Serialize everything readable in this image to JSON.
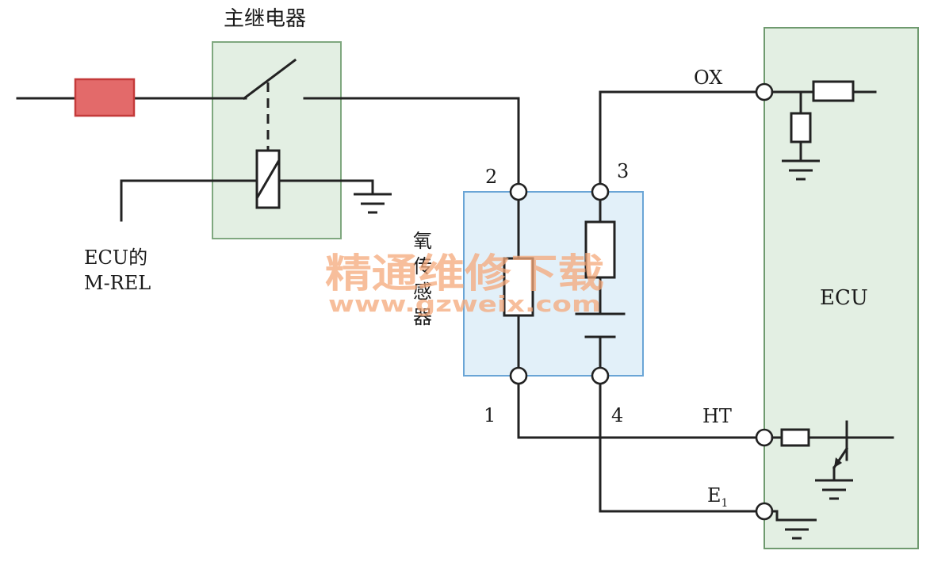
{
  "labels": {
    "main_relay": "主继电器",
    "ecu_mrel_line1": "ECU的",
    "ecu_mrel_line2": "M-REL",
    "oxygen_sensor": [
      "氧",
      "传",
      "感",
      "器"
    ],
    "ecu": "ECU",
    "ox": "OX",
    "ht": "HT",
    "e1_main": "E",
    "e1_sub": "1",
    "pin1": "1",
    "pin2": "2",
    "pin3": "3",
    "pin4": "4"
  },
  "watermark": {
    "title": "精通维修下载",
    "url": "www.gzweix.com"
  },
  "colors": {
    "relay_box": "#e3efe3",
    "relay_border": "#7fa87f",
    "ecu_box": "#e3efe3",
    "ecu_border": "#6f9a6f",
    "sensor_box": "#e2f0f9",
    "sensor_border": "#6aa5d6",
    "fuse_fill": "#e36a6a",
    "fuse_border": "#c43a3a",
    "watermark": "#f4a87a"
  },
  "icons": {
    "fuse": "fuse-icon",
    "relay_coil": "relay-coil-icon",
    "switch": "switch-contact-icon",
    "ground": "ground-icon",
    "resistor": "resistor-icon",
    "battery_cell": "cell-icon",
    "transistor": "transistor-icon",
    "terminal": "terminal-icon"
  }
}
